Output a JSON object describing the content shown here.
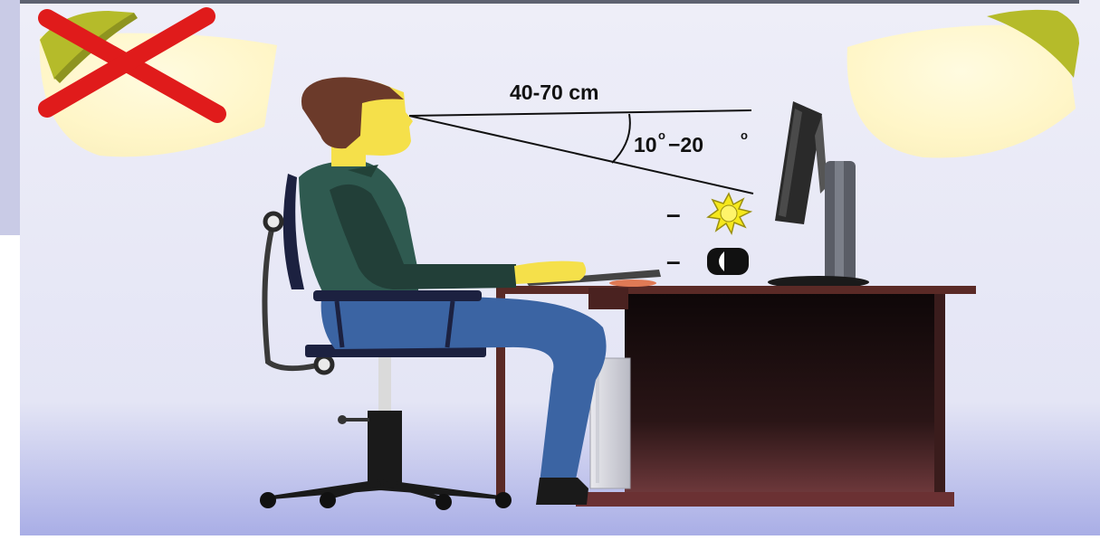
{
  "labels": {
    "distance": "40-70 cm",
    "angle_low": "10",
    "angle_sep": "−20",
    "degree": "o",
    "brightness_dash": "–",
    "contrast_dash": "–"
  },
  "icons": {
    "bad_lamp_marker": "cross-mark-icon",
    "brightness": "sun-icon",
    "contrast": "contrast-icon"
  },
  "colors": {
    "background_top": "#eeeef8",
    "background_bottom": "#a9aee6",
    "lamp_shade": "#b5bb2a",
    "lamp_glow": "#fff6c8",
    "cross_mark": "#e01b1b",
    "skin": "#f5e04a",
    "hair": "#6b3a2a",
    "shirt": "#2f5a50",
    "trousers": "#3b64a3",
    "chair": "#1c2140",
    "desk": "#5a2a26",
    "monitor": "#2a2a2a",
    "sun": "#f6e81c"
  }
}
